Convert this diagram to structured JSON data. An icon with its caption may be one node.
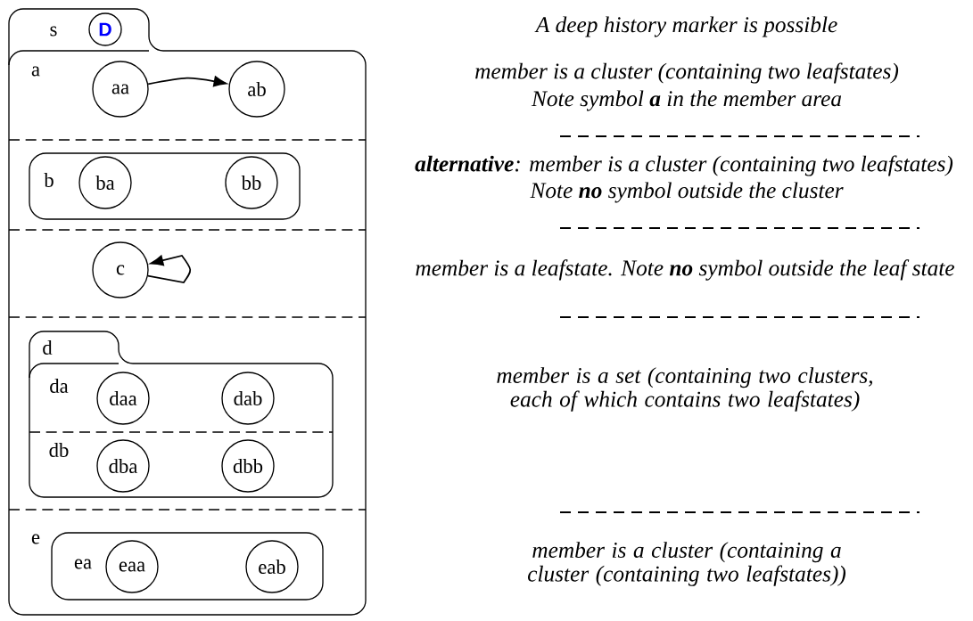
{
  "diagram": {
    "nodes": [
      {
        "text": [
          "s"
        ]
      },
      {
        "text": [
          "D"
        ],
        "in": 0
      },
      {
        "text": [
          "aa"
        ],
        "in": 0
      },
      {
        "text": [
          "ab"
        ],
        "in": 0
      },
      {
        "text": [
          "b"
        ],
        "in": 0
      },
      {
        "text": [
          "ba"
        ],
        "in": 4
      },
      {
        "text": [
          "bb"
        ],
        "in": 4
      },
      {
        "text": [
          "c"
        ],
        "in": 0
      },
      {
        "text": [
          "d"
        ],
        "in": 0
      },
      {
        "text": [
          "daa"
        ],
        "in": 8
      },
      {
        "text": [
          "dab"
        ],
        "in": 8
      },
      {
        "text": [
          "dba"
        ],
        "in": 8
      },
      {
        "text": [
          "dbb"
        ],
        "in": 8
      },
      {
        "text": [
          "ea"
        ],
        "in": 0
      },
      {
        "text": [
          "eaa"
        ],
        "in": 13
      },
      {
        "text": [
          "eab"
        ],
        "in": 13
      }
    ],
    "edges": [
      {
        "from": 2,
        "to": 3,
        "arrow": "to"
      },
      {
        "from": 7,
        "to": 7,
        "arrow": "to"
      }
    ],
    "labels": [
      "A deep history marker is possible",
      "a",
      "member is a cluster (containing two leafstates)",
      "Note symbol **a** in the member area",
      "**alternative**: member is a cluster (containing two leafstates)",
      "Note **no** symbol outside the cluster",
      "member is a leafstate. Note **no** symbol outside the leaf state",
      "member is a set (containing two clusters, each of which contains two leafstates)",
      "da",
      "db",
      "e",
      "member is a cluster (containing a cluster (containing two leafstates))"
    ]
  }
}
